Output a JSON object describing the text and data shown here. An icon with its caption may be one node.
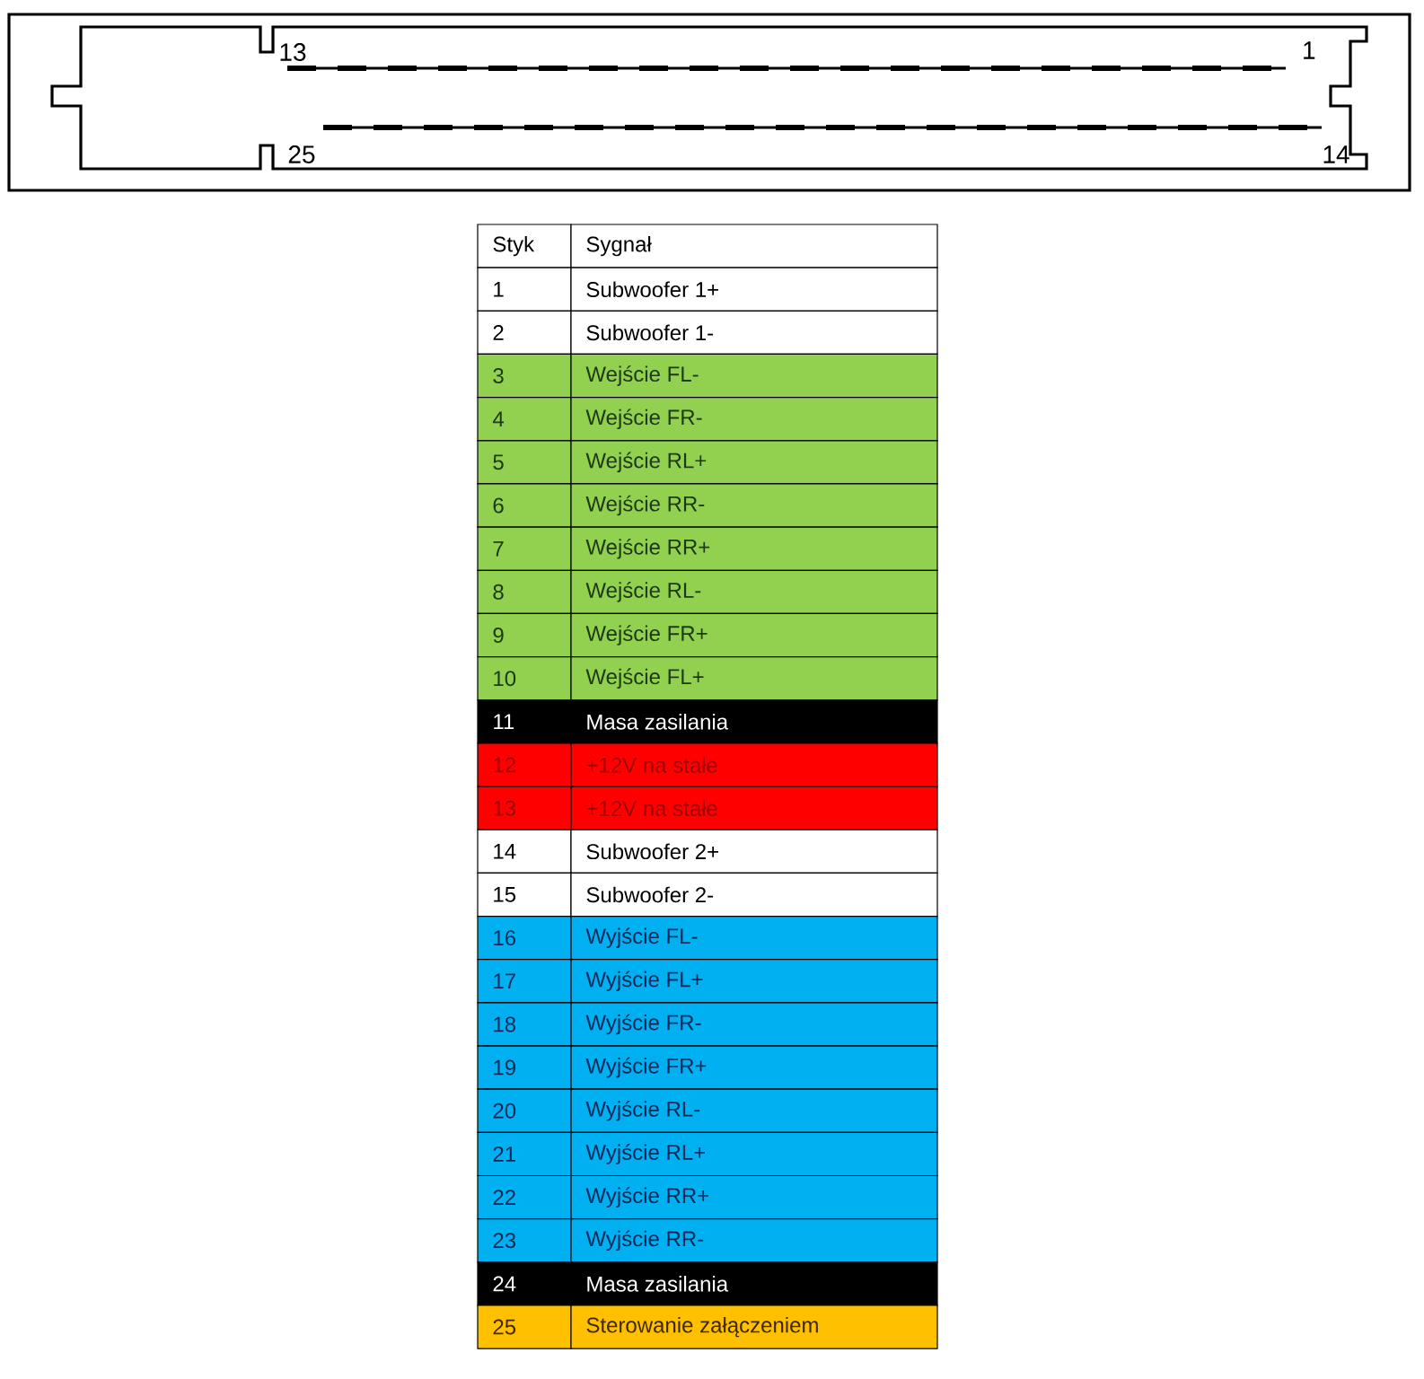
{
  "diagram": {
    "labels": [
      "13",
      "1",
      "25",
      "14",
      "Styk",
      "Sygnał",
      "1",
      "Subwoofer 1+",
      "2",
      "Subwoofer 1-",
      "3",
      "Wejście FL-",
      "4",
      "Wejście FR-",
      "5",
      "Wejście RL+",
      "6",
      "Wejście RR-",
      "7",
      "Wejście RR+",
      "8",
      "Wejście RL-",
      "9",
      "Wejście FR+",
      "10",
      "Wejście FL+",
      "11",
      "Masa zasilania",
      "12",
      "+12V na stałe",
      "13",
      "+12V na stałe",
      "14",
      "Subwoofer 2+",
      "15",
      "Subwoofer 2-",
      "16",
      "Wyjście FL-",
      "17",
      "Wyjście FL+",
      "18",
      "Wyjście FR-",
      "19",
      "Wyjście FR+",
      "20",
      "Wyjście RL-",
      "21",
      "Wyjście RL+",
      "22",
      "Wyjście RR+",
      "23",
      "Wyjście RR-",
      "24",
      "Masa zasilania",
      "25",
      "Sterowanie załączeniem"
    ]
  }
}
